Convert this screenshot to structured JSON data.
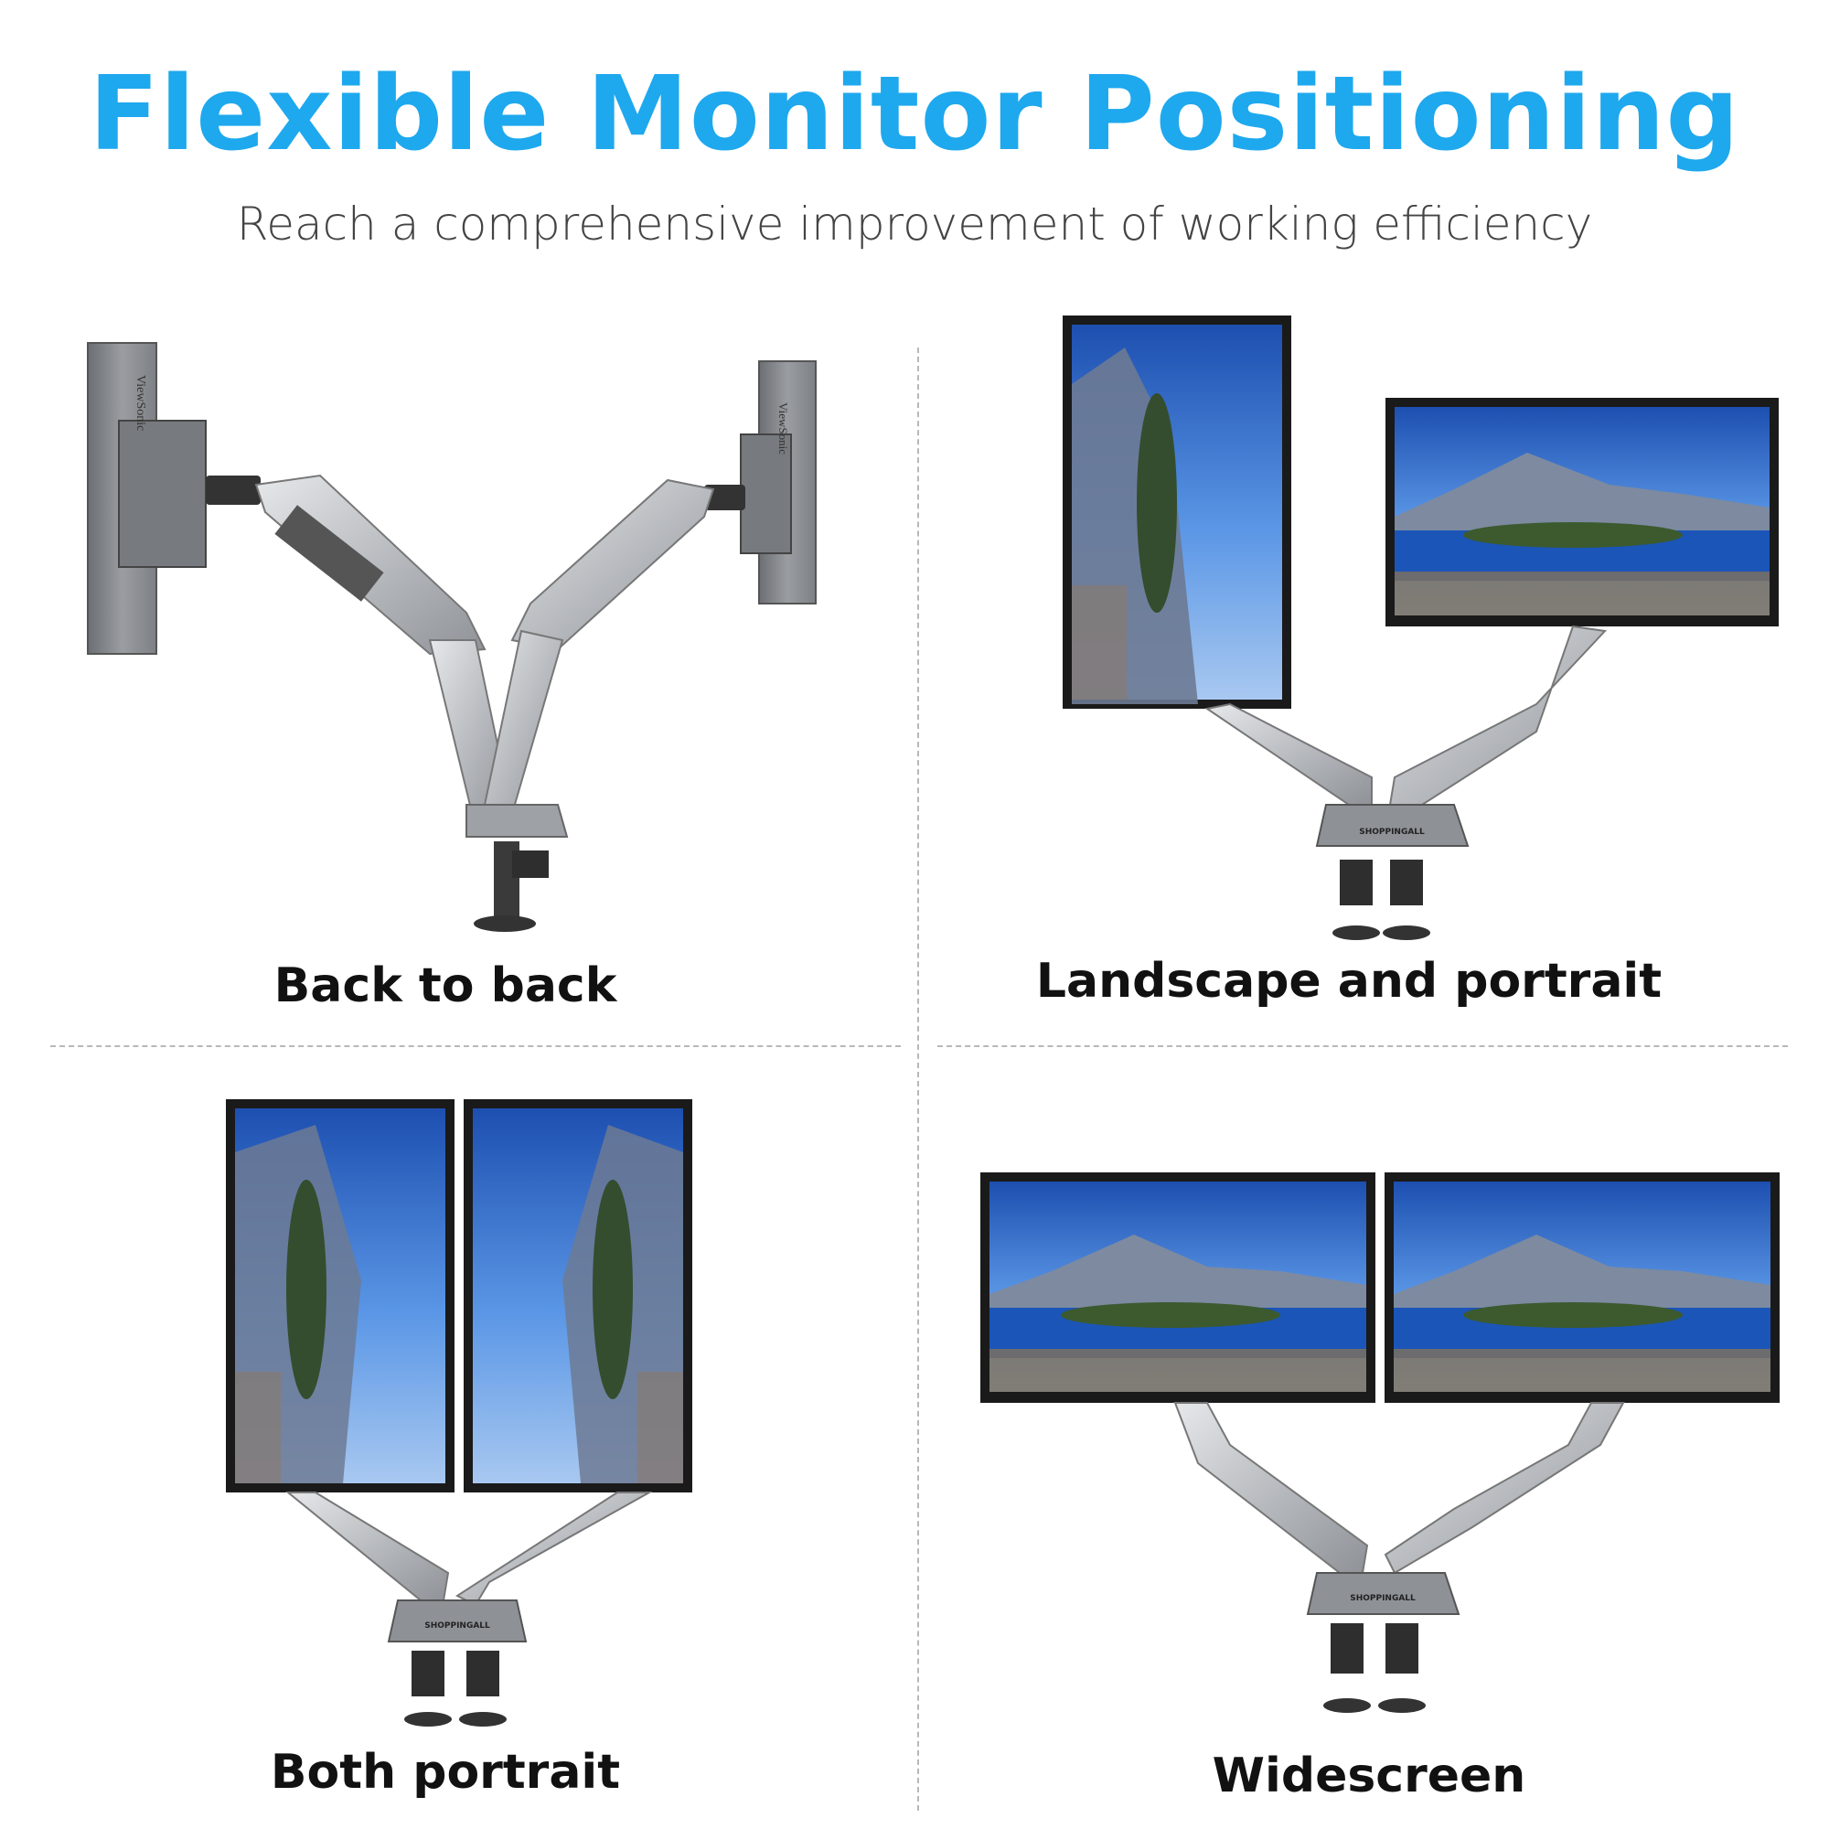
{
  "header": {
    "title": "Flexible Monitor Positioning",
    "subtitle": "Reach a comprehensive improvement of working efficiency"
  },
  "panels": [
    {
      "caption": "Back to back"
    },
    {
      "caption": "Landscape and portrait"
    },
    {
      "caption": "Both portrait"
    },
    {
      "caption": "Widescreen"
    }
  ],
  "branding": {
    "base_label": "SHOPPINGALL",
    "monitor_brand": "ViewSonic"
  },
  "colors": {
    "title": "#1ea8ee",
    "sky": "#2f6fd6",
    "water": "#1b55b8",
    "mountain": "#7d8aa0",
    "arm": "#c9ccd0"
  }
}
